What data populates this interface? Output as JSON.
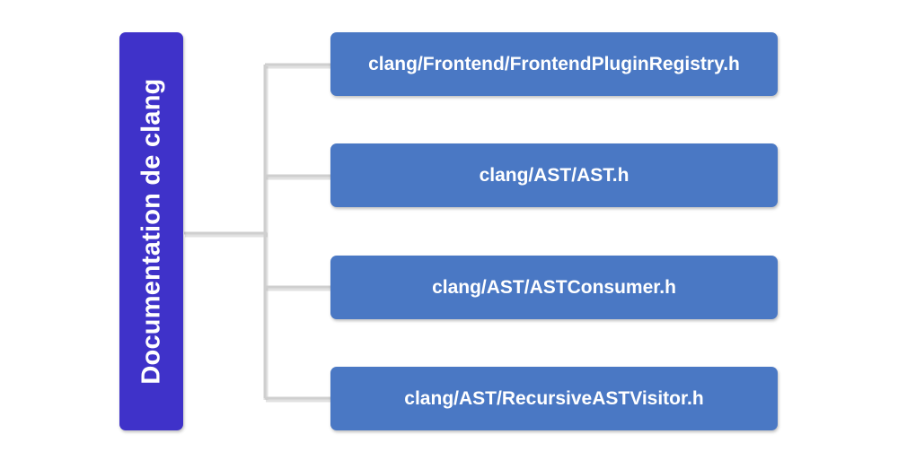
{
  "root": {
    "label": "Documentation de clang"
  },
  "children": [
    {
      "label": "clang/Frontend/FrontendPluginRegistry.h"
    },
    {
      "label": "clang/AST/AST.h"
    },
    {
      "label": "clang/AST/ASTConsumer.h"
    },
    {
      "label": "clang/AST/RecursiveASTVisitor.h"
    }
  ],
  "colors": {
    "root_fill": "#3f32c9",
    "child_fill": "#4a78c4",
    "connector": "#c8c8c8",
    "text": "#ffffff"
  }
}
